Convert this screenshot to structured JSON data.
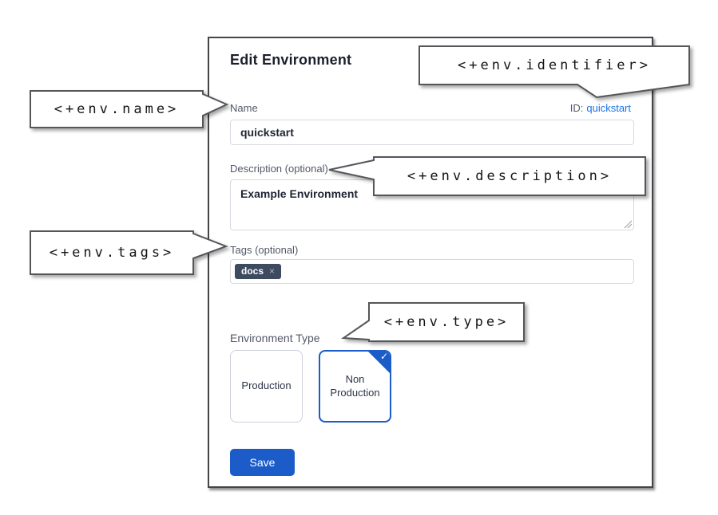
{
  "panel": {
    "title": "Edit Environment",
    "name_label": "Name",
    "name_value": "quickstart",
    "id_label": "ID:",
    "id_value": "quickstart",
    "description_label": "Description (optional)",
    "description_value": "Example Environment",
    "tags_label": "Tags (optional)",
    "tags": [
      {
        "label": "docs"
      }
    ],
    "env_type_label": "Environment Type",
    "env_types": [
      {
        "label": "Production",
        "selected": false
      },
      {
        "label": "Non Production",
        "selected": true
      }
    ],
    "save_label": "Save"
  },
  "annotations": {
    "identifier": "<+env.identifier>",
    "name": "<+env.name>",
    "description": "<+env.description>",
    "tags": "<+env.tags>",
    "type": "<+env.type>"
  },
  "icons": {
    "check": "✓",
    "remove_tag": "×"
  },
  "colors": {
    "accent": "#1b5cc8",
    "link": "#1a73e8",
    "chip-bg": "#3d4a5f",
    "outline": "#55565a"
  }
}
